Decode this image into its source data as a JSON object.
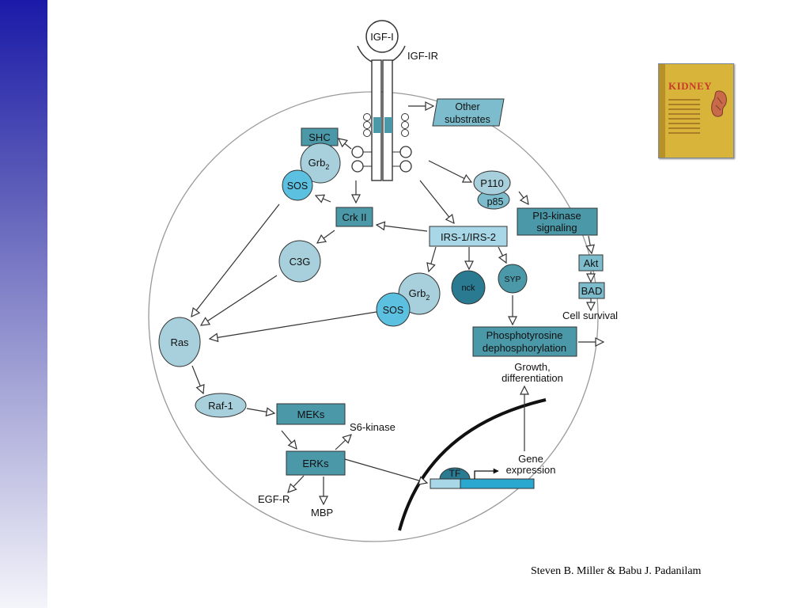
{
  "diagram": {
    "ligand": "IGF-I",
    "receptor": "IGF-IR",
    "other_substrates": [
      "Other",
      "substrates"
    ],
    "shc": "SHC",
    "grb2_top": "Grb",
    "grb2_top_sub": "2",
    "sos_top": "SOS",
    "crk": "Crk II",
    "c3g": "C3G",
    "irs": "IRS-1/IRS-2",
    "p110": "P110",
    "p85": "p85",
    "pi3k": [
      "PI3-kinase",
      "signaling"
    ],
    "akt": "Akt",
    "bad": "BAD",
    "cell_survival": "Cell survival",
    "grb2_mid": "Grb",
    "grb2_mid_sub": "2",
    "sos_mid": "SOS",
    "nck": "nck",
    "syp": "SYP",
    "phospho": [
      "Phosphotyrosine",
      "dephosphorylation"
    ],
    "growth": [
      "Growth,",
      "differentiation"
    ],
    "ras": "Ras",
    "raf": "Raf-1",
    "meks": "MEKs",
    "s6k": "S6-kinase",
    "erks": "ERKs",
    "egfr": "EGF-R",
    "mbp": "MBP",
    "tf": "TF",
    "gene": [
      "Gene",
      "expression"
    ]
  },
  "book": {
    "title": "KIDNEY"
  },
  "credit": "Steven B. Miller & Babu J. Padanilam",
  "colors": {
    "box_dark": "#4a98a8",
    "box_mid": "#7cbccc",
    "box_light": "#a8d8e8",
    "node_light": "#a8d0dc",
    "node_bright": "#5cc0e0",
    "node_dark": "#2a7a92",
    "sidebar_top": "#1a1aa8"
  }
}
